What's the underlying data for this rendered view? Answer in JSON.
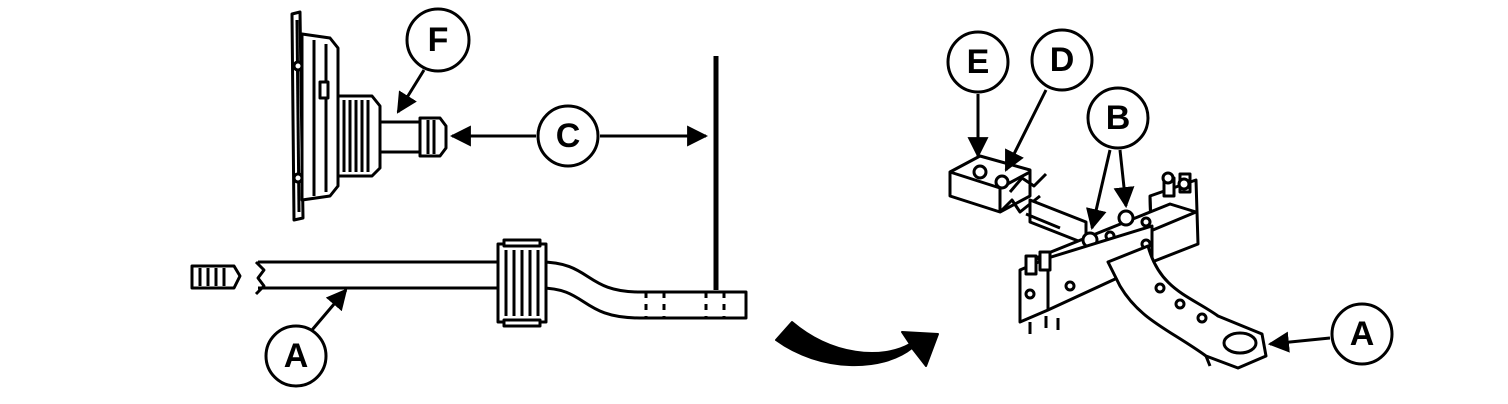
{
  "diagram": {
    "colors": {
      "ink": "#000000",
      "paper": "#ffffff"
    },
    "callouts": {
      "a_left": "A",
      "c": "C",
      "f": "F",
      "e": "E",
      "d": "D",
      "b": "B",
      "a_right": "A"
    }
  }
}
